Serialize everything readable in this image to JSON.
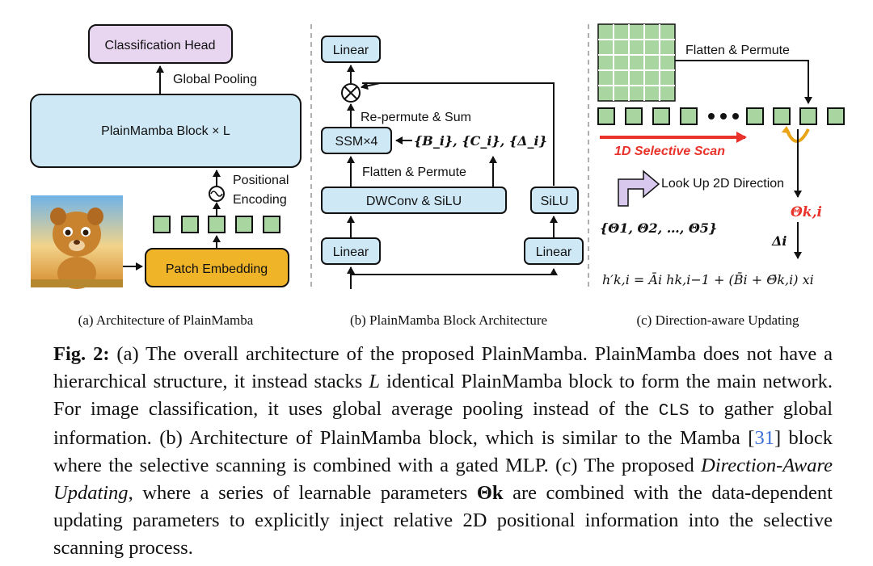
{
  "panel_a": {
    "classification_head": "Classification Head",
    "global_pooling": "Global Pooling",
    "block": "PlainMamba Block × L",
    "positional_encoding_line1": "Positional",
    "positional_encoding_line2": "Encoding",
    "patch_embedding": "Patch Embedding",
    "caption": "(a) Architecture of PlainMamba"
  },
  "panel_b": {
    "linear_top": "Linear",
    "repermute_sum": "Re-permute & Sum",
    "ssm": "SSM×4",
    "ssm_params": "{B_i}, {C_i}, {Δ_i}",
    "flatten_permute": "Flatten & Permute",
    "dwconv": "DWConv & SiLU",
    "silu": "SiLU",
    "linear_left": "Linear",
    "linear_right": "Linear",
    "caption": "(b) PlainMamba Block Architecture"
  },
  "panel_c": {
    "flatten_permute": "Flatten & Permute",
    "selective_scan": "1D Selective Scan",
    "look_up": "Look Up 2D Direction",
    "theta_set": "{Θ1, Θ2, …, Θ5}",
    "theta_ki": "Θk,i",
    "delta_i": "Δi",
    "equation": "h′k,i = Āi hk,i−1 + (B̄i + Θ̄k,i) xi",
    "caption": "(c) Direction-aware Updating"
  },
  "caption": {
    "fig_label": "Fig. 2:",
    "part1": " (a) The overall architecture of the proposed PlainMamba. PlainMamba does not have a hierarchical structure, it instead stacks ",
    "var_L": "L",
    "part2": " identical PlainMamba block to form the main network. For image classification, it uses global average pooling instead of the ",
    "cls": "CLS",
    "part3": " to gather global information. (b) Architecture of PlainMamba block, which is similar to the Mamba [",
    "ref": "31",
    "part4": "] block where the selective scanning is combined with a gated MLP. (c) The proposed ",
    "emph": "Direction-Aware Updating",
    "part5": ", where a series of learnable parameters ",
    "theta_k": "Θk",
    "part6": " are combined with the data-dependent updating parameters to explicitly inject relative 2D positional information into the selective scanning process."
  },
  "colors": {
    "head_fill": "#e8d5f0",
    "block_fill": "#cfe8f5",
    "patch_fill": "#f0b429",
    "token_fill": "#a8d5a0",
    "scan_red": "#e8322a",
    "theta_red": "#e8322a",
    "lookup_arrow": "#d9c8ee",
    "divider": "#b0b0b0"
  }
}
